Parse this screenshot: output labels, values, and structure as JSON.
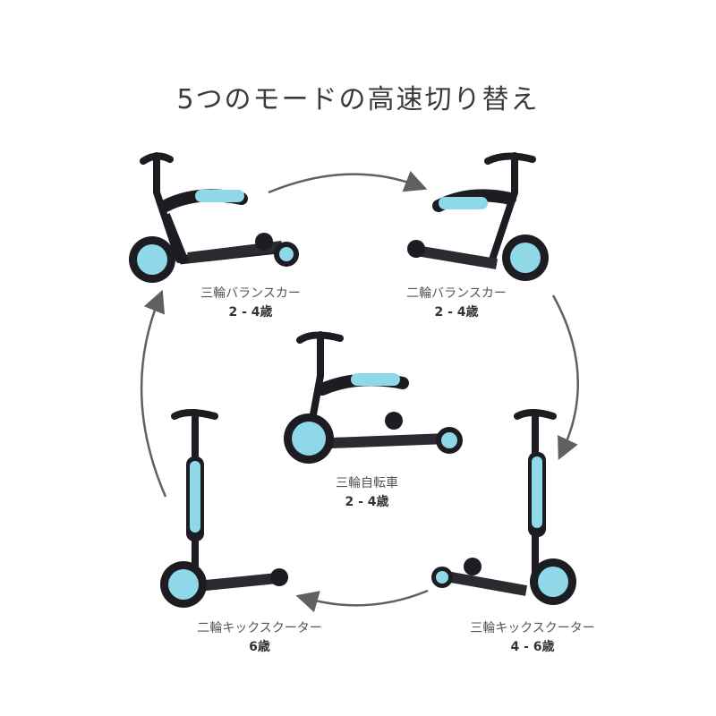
{
  "title": "5つのモードの高速切り替え",
  "colors": {
    "frame": "#1c1c22",
    "accent": "#8fd8e8",
    "arrow": "#606060"
  },
  "modes": [
    {
      "name": "三輪バランスカー",
      "age": "2 - 4歳"
    },
    {
      "name": "二輪バランスカー",
      "age": "2 - 4歳"
    },
    {
      "name": "三輪自転車",
      "age": "2 - 4歳"
    },
    {
      "name": "二輪キックスクーター",
      "age": "6歳"
    },
    {
      "name": "三輪キックスクーター",
      "age": "4 - 6歳"
    }
  ]
}
